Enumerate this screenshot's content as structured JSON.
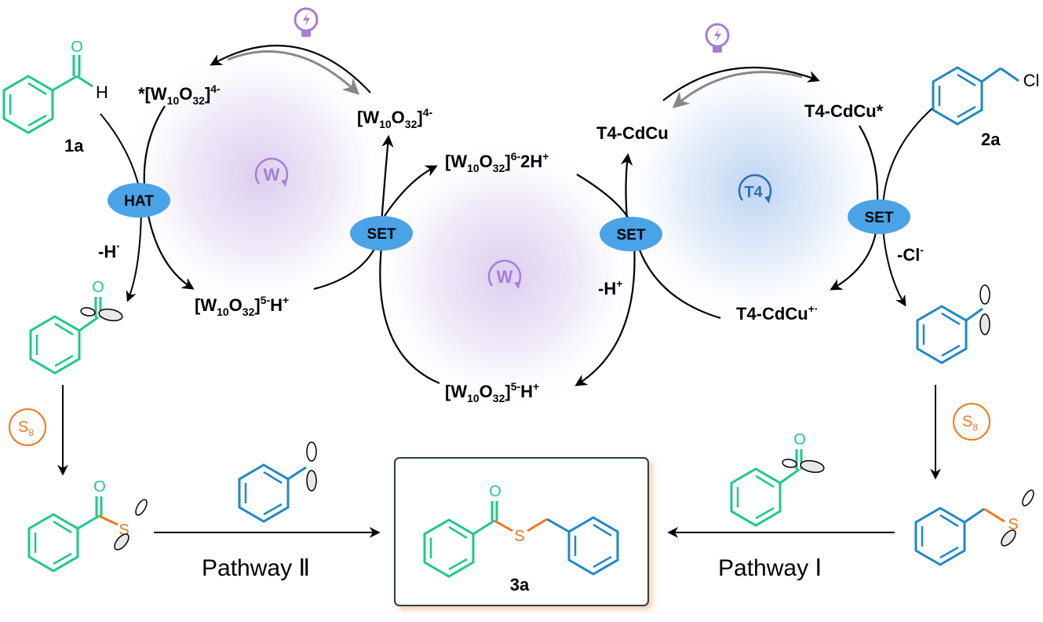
{
  "colors": {
    "green": "#1dc98a",
    "blue": "#1f88c8",
    "orange": "#f2781e",
    "red": "#ff2020",
    "purple": "#a77ed1",
    "bubble": "#4aa3e6",
    "t4_blue": "#2b6fb5"
  },
  "icons": [
    "lightbulb-icon",
    "lightbulb-icon",
    "cycle-w-icon",
    "cycle-t4-icon",
    "s8-icon"
  ],
  "compounds": {
    "c1": "1a",
    "c2": "2a",
    "c3": "3a",
    "h_atom": "H",
    "cl_atom": "Cl",
    "o_atom": "O",
    "s_atom": "S"
  },
  "w_cycle": {
    "label": "W",
    "excited": {
      "prefix": "*[W",
      "sub1": "10",
      "o": "O",
      "sub2": "32",
      "close": "]",
      "sup": "4-"
    },
    "ground": {
      "prefix": "[W",
      "sub1": "10",
      "o": "O",
      "sub2": "32",
      "close": "]",
      "sup": "4-"
    },
    "reduced_left": {
      "prefix": "[W",
      "sub1": "10",
      "o": "O",
      "sub2": "32",
      "close": "]",
      "sup": "5-",
      "tail": "H",
      "tail_sup": "+"
    },
    "reduced_2h": {
      "prefix": "[W",
      "sub1": "10",
      "o": "O",
      "sub2": "32",
      "close": "]",
      "sup": "6-",
      "tail": "2H",
      "tail_sup": "+"
    },
    "reduced_bottom": {
      "prefix": "[W",
      "sub1": "10",
      "o": "O",
      "sub2": "32",
      "close": "]",
      "sup": "5-",
      "tail": "H",
      "tail_sup": "+"
    }
  },
  "t4_cycle": {
    "label": "T4",
    "ground": "T4-CdCu",
    "excited": "T4-CdCu*",
    "reduced": {
      "main": "T4-CdCu",
      "sup": "+·"
    }
  },
  "bubbles": {
    "hat": "HAT",
    "set_left": "SET",
    "set_mid": "SET",
    "set_right": "SET"
  },
  "losses": {
    "h_radical": {
      "main": "-H",
      "sup": "·"
    },
    "proton": {
      "main": "-H",
      "sup": "+"
    },
    "chloride": {
      "main": "-Cl",
      "sup": "-"
    }
  },
  "s8": {
    "main": "S",
    "sub": "8"
  },
  "pathways": {
    "left": "Pathway Ⅱ",
    "right": "Pathway Ⅰ"
  }
}
